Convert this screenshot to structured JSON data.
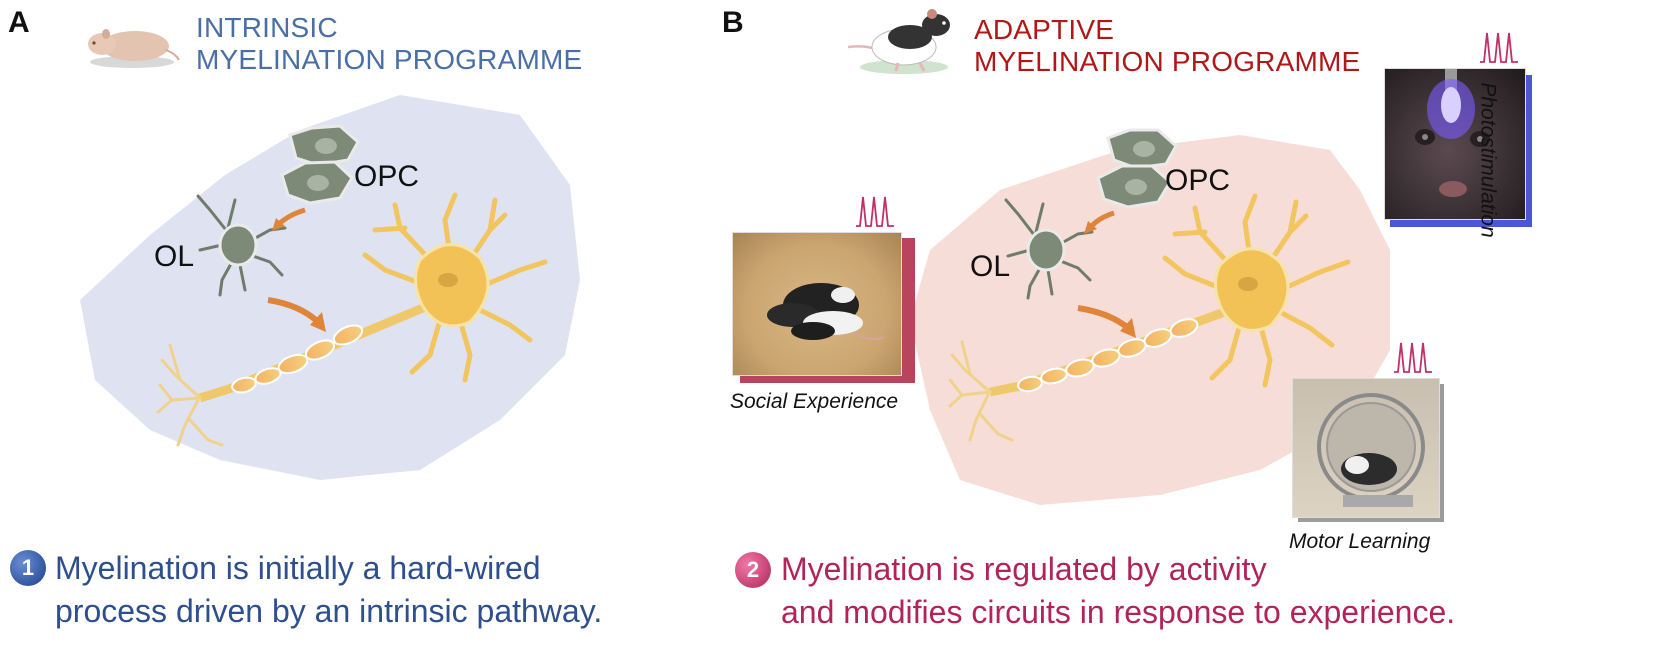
{
  "panel_a": {
    "letter": "A",
    "title_line1": "INTRINSIC",
    "title_line2": "MYELINATION PROGRAMME",
    "label_opc": "OPC",
    "label_ol": "OL",
    "summary_number": "1",
    "summary_line1": "Myelination is initially a hard-wired",
    "summary_line2": "process driven by an intrinsic pathway.",
    "colors": {
      "title": "#4a6fa5",
      "summary": "#2d4f8e",
      "blob": "#dfe3f1"
    }
  },
  "panel_b": {
    "letter": "B",
    "title_line1": "ADAPTIVE",
    "title_line2": "MYELINATION PROGRAMME",
    "label_opc": "OPC",
    "label_ol": "OL",
    "caption_social": "Social Experience",
    "caption_photo": "Photostimulation",
    "caption_motor": "Motor Learning",
    "summary_number": "2",
    "summary_line1": "Myelination is regulated by activity",
    "summary_line2": "and modifies circuits in response to experience.",
    "colors": {
      "title": "#b01818",
      "summary": "#b0245a",
      "blob": "#f7ddd7",
      "spikes": "#c0306a"
    }
  },
  "icons": [
    "pup-mouse-icon",
    "adult-rat-icon",
    "opc-cell-icon",
    "oligodendrocyte-icon",
    "neuron-icon",
    "spike-train-icon"
  ]
}
